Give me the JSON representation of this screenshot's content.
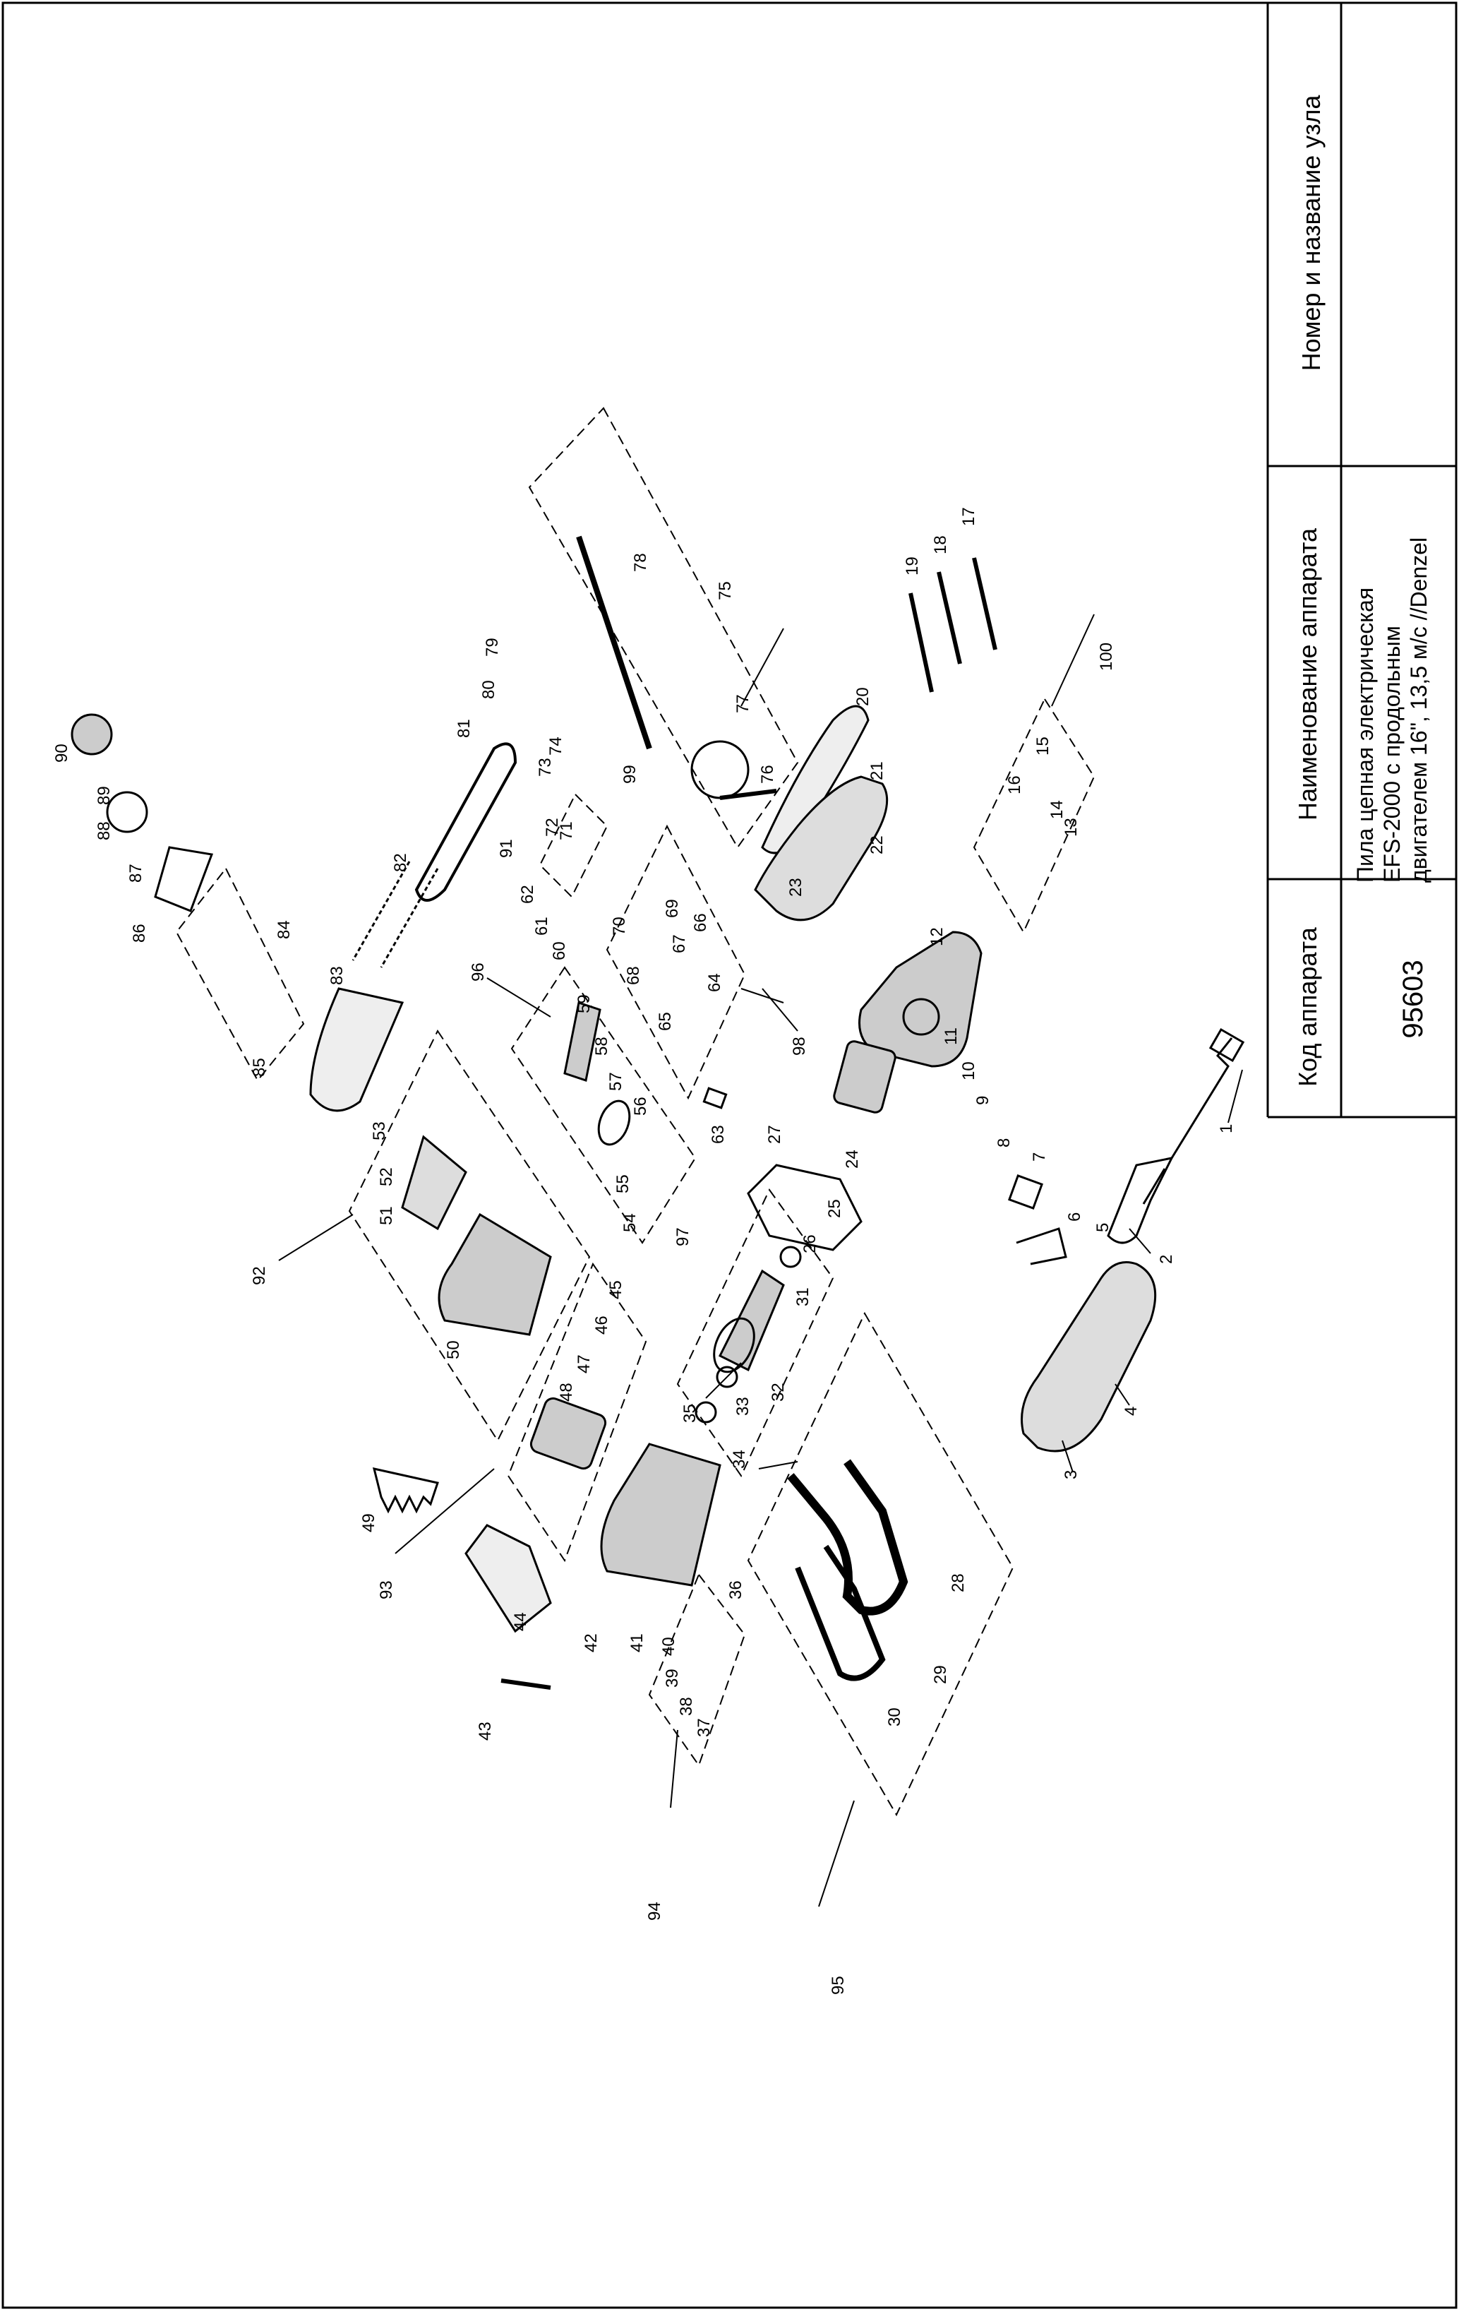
{
  "title_block": {
    "col_code_header": "Код аппарата",
    "col_name_header": "Наименование аппарата",
    "col_unit_header": "Номер и название узла",
    "code_value": "95603",
    "name_lines": [
      "Пила цепная электрическая",
      "EFS-2000 с продольным",
      "двигателем 16\", 13,5 м/с //Denzel"
    ]
  },
  "callouts": [
    "1",
    "2",
    "3",
    "4",
    "5",
    "6",
    "7",
    "8",
    "9",
    "10",
    "11",
    "12",
    "13",
    "14",
    "15",
    "16",
    "17",
    "18",
    "19",
    "20",
    "21",
    "22",
    "23",
    "24",
    "25",
    "26",
    "27",
    "28",
    "29",
    "30",
    "31",
    "32",
    "33",
    "34",
    "35",
    "36",
    "37",
    "38",
    "39",
    "40",
    "41",
    "42",
    "43",
    "44",
    "45",
    "46",
    "47",
    "48",
    "49",
    "50",
    "51",
    "52",
    "53",
    "54",
    "55",
    "56",
    "57",
    "58",
    "59",
    "60",
    "61",
    "62",
    "63",
    "64",
    "65",
    "66",
    "67",
    "68",
    "69",
    "70",
    "71",
    "72",
    "73",
    "74",
    "75",
    "76",
    "77",
    "78",
    "79",
    "80",
    "81",
    "82",
    "83",
    "84",
    "85",
    "86",
    "87",
    "88",
    "89",
    "90",
    "91",
    "92",
    "93",
    "94",
    "95",
    "96",
    "97",
    "98",
    "99",
    "100"
  ]
}
